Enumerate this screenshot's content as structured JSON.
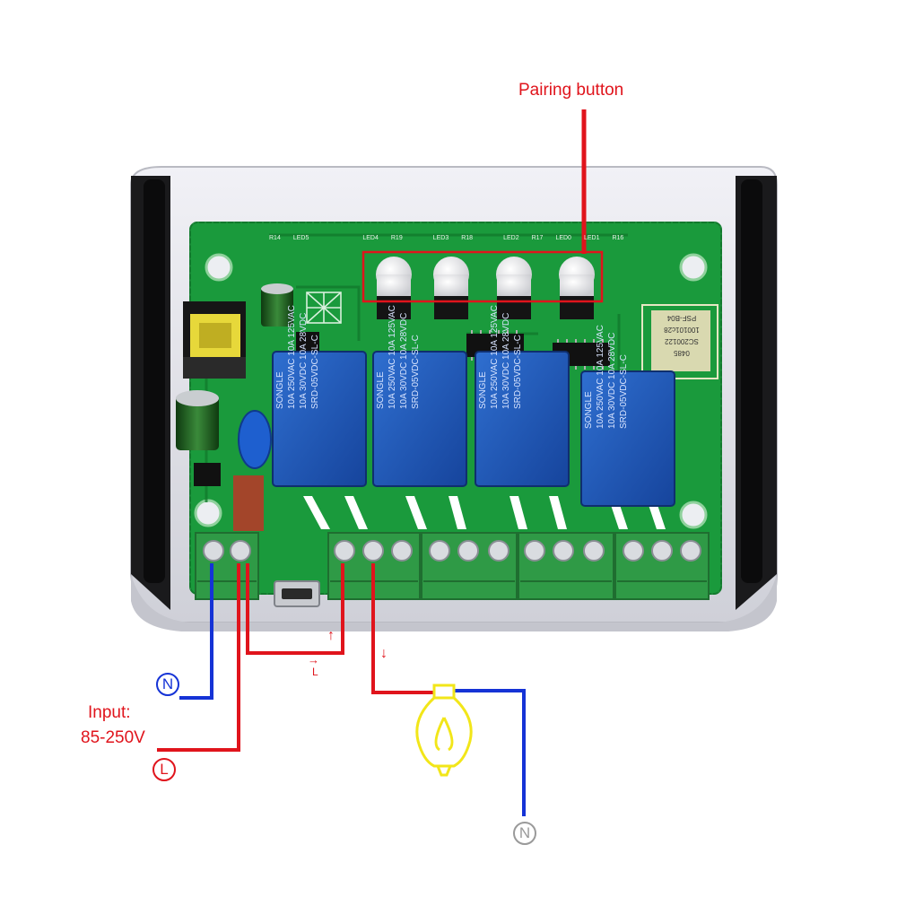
{
  "labels": {
    "pairing": "Pairing button",
    "input_line1": "Input:",
    "input_line2": "85-250V",
    "neutral_symbol": "N",
    "live_symbol": "L",
    "arrow_up": "↑",
    "arrow_down": "↓",
    "arrow_right_l": "→",
    "l_small": "L"
  },
  "board": {
    "led_labels": [
      "R14",
      "LED5",
      "LED4",
      "R19",
      "LED3",
      "R18",
      "LED2",
      "R17",
      "LED0",
      "LED1",
      "R16"
    ],
    "module_text": [
      "0485",
      "SC200122",
      "100101c28",
      "PSF-B04"
    ],
    "relay_text": {
      "brand": "SONGLE",
      "model": "SRD-05VDC-SL-C",
      "rating1": "10A 250VAC 10A 125VAC",
      "rating2": "10A 30VDC 10A 28VDC"
    }
  },
  "colors": {
    "red_wire": "#e0141c",
    "blue_wire": "#1533d6",
    "bulb": "#f2e619",
    "pcb": "#1a9a3c",
    "relay": "#1f56b8",
    "terminal": "#2f9a46",
    "case": "#e8e8ee"
  }
}
